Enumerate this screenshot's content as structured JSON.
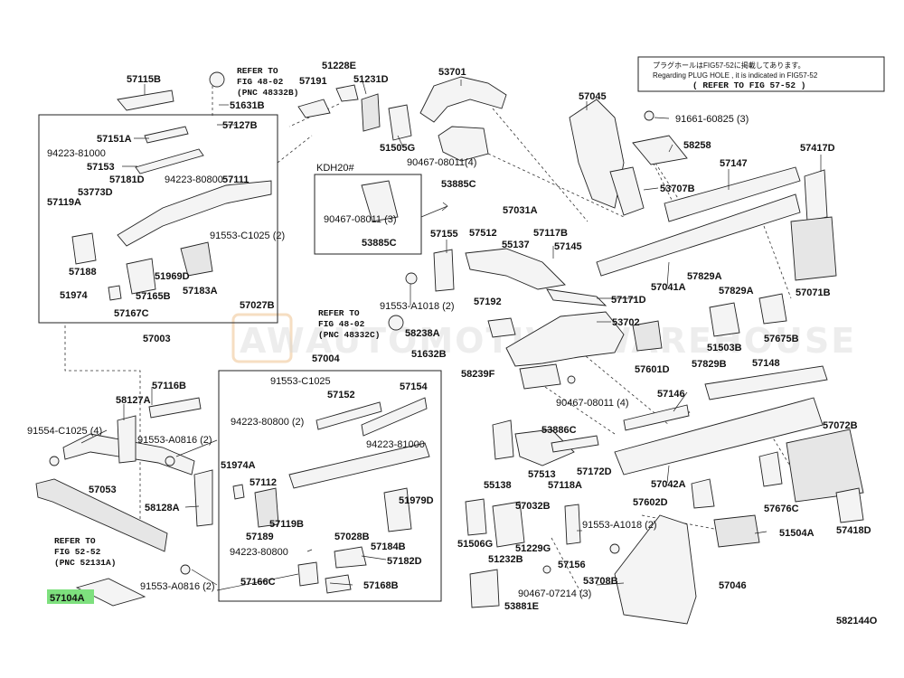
{
  "watermark": {
    "logo": "AW",
    "text": "AUTOMOTIVE WAREHOUSE"
  },
  "note": {
    "line1": "プラグホールはFIG57-52に掲載してあります。",
    "line2": "Regarding PLUG HOLE , it is indicated in FIG57-52",
    "line3": "( REFER TO FIG 57-52 )"
  },
  "refs": {
    "fig48_top": [
      "REFER TO",
      "FIG 48-02",
      "(PNC 48332B)"
    ],
    "fig48_mid": [
      "REFER TO",
      "FIG 48-02",
      "(PNC 48332C)"
    ],
    "fig52": [
      "REFER TO",
      "FIG 52-52",
      "(PNC 52131A)"
    ]
  },
  "kdh_label": "KDH20#",
  "figure_id": "582144O",
  "highlight_color": "#7ee07e",
  "labels": {
    "57115B": "57115B",
    "51228E": "51228E",
    "57191": "57191",
    "51231D": "51231D",
    "53701": "53701",
    "51631B": "51631B",
    "57127B": "57127B",
    "57151A": "57151A",
    "94223_81000": "94223-81000",
    "57153": "57153",
    "57181D": "57181D",
    "94223_80800": "94223-80800",
    "57111": "57111",
    "53773D": "53773D",
    "57119A": "57119A",
    "51505G": "51505G",
    "90467_08011_4a": "90467-08011(4)",
    "53885C_a": "53885C",
    "90467_08011_3": "90467-08011 (3)",
    "53885C_b": "53885C",
    "57045": "57045",
    "91661_60825": "91661-60825 (3)",
    "58258": "58258",
    "57417D": "57417D",
    "53707B": "53707B",
    "57147": "57147",
    "91553_C1025_2": "91553-C1025 (2)",
    "57188": "57188",
    "51969D": "51969D",
    "57183A": "57183A",
    "51974": "51974",
    "57165B": "57165B",
    "57027B": "57027B",
    "57167C": "57167C",
    "57003": "57003",
    "57155": "57155",
    "57031A": "57031A",
    "57512": "57512",
    "55137": "55137",
    "57117B": "57117B",
    "57145": "57145",
    "57041A": "57041A",
    "57829A_a": "57829A",
    "57829A_b": "57829A",
    "57071B": "57071B",
    "91553_A1018_2a": "91553-A1018 (2)",
    "57192": "57192",
    "57171D": "57171D",
    "53702": "53702",
    "58238A": "58238A",
    "51632B": "51632B",
    "58239F": "58239F",
    "57601D": "57601D",
    "51503B": "51503B",
    "57675B": "57675B",
    "57829B": "57829B",
    "57148": "57148",
    "57004": "57004",
    "57116B": "57116B",
    "58127A": "58127A",
    "91553_C1025": "91553-C1025",
    "57152": "57152",
    "57154": "57154",
    "94223_80800_2": "94223-80800 (2)",
    "94223_81000_b": "94223-81000",
    "91554_C1025_4": "91554-C1025 (4)",
    "91553_A0816_2a": "91553-A0816 (2)",
    "57053": "57053",
    "51974A": "51974A",
    "57112": "57112",
    "58128A": "58128A",
    "57189": "57189",
    "57119B": "57119B",
    "57028B": "57028B",
    "51979D": "51979D",
    "94223_80800_b": "94223-80800",
    "57184B": "57184B",
    "57182D": "57182D",
    "57166C": "57166C",
    "57168B": "57168B",
    "57104A": "57104A",
    "91553_A0816_2b": "91553-A0816 (2)",
    "90467_08011_4b": "90467-08011 (4)",
    "57146": "57146",
    "53886C": "53886C",
    "55138": "55138",
    "57513": "57513",
    "57172D": "57172D",
    "57118A": "57118A",
    "57032B": "57032B",
    "57042A": "57042A",
    "57602D": "57602D",
    "57072B": "57072B",
    "57676C": "57676C",
    "51506G": "51506G",
    "51229G": "51229G",
    "51232B": "51232B",
    "91553_A1018_2b": "91553-A1018 (2)",
    "57156": "57156",
    "53708B": "53708B",
    "57046": "57046",
    "51504A": "51504A",
    "57418D": "57418D",
    "90467_07214_3": "90467-07214 (3)",
    "53881E": "53881E"
  }
}
